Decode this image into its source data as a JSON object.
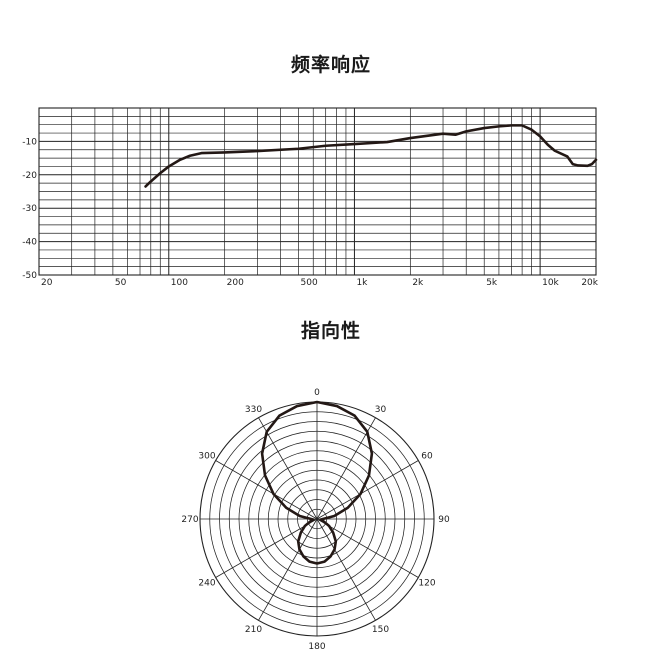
{
  "freq_title": "频率响应",
  "polar_title": "指向性",
  "chart_data": [
    {
      "type": "line",
      "title": "频率响应",
      "x_scale": "log",
      "xlim": [
        20,
        20000
      ],
      "ylim": [
        -50,
        0
      ],
      "x_tick_values": [
        20,
        50,
        100,
        200,
        500,
        1000,
        2000,
        5000,
        10000,
        20000
      ],
      "x_tick_labels": [
        "20",
        "50",
        "100",
        "200",
        "500",
        "1k",
        "2k",
        "5k",
        "10k",
        "20k"
      ],
      "y_tick_values": [
        -10,
        -20,
        -30,
        -40,
        -50
      ],
      "y_tick_labels": [
        "-10",
        "-20",
        "-30",
        "-40",
        "-50"
      ],
      "grid": true,
      "series": [
        {
          "color": "#231815",
          "x": [
            75,
            80,
            90,
            100,
            115,
            130,
            150,
            200,
            300,
            500,
            700,
            1000,
            1500,
            2000,
            3000,
            3500,
            4000,
            5000,
            6000,
            7000,
            8000,
            9000,
            10000,
            11000,
            12000,
            14000,
            15000,
            16000,
            18000,
            19000,
            20000
          ],
          "y": [
            -23.5,
            -22,
            -19.5,
            -17.5,
            -15.5,
            -14.3,
            -13.5,
            -13.3,
            -12.9,
            -12.2,
            -11.3,
            -10.8,
            -10.2,
            -9,
            -7.7,
            -8,
            -7,
            -6,
            -5.5,
            -5.2,
            -5.2,
            -6.5,
            -8.5,
            -11,
            -12.8,
            -14.5,
            -16.8,
            -17.2,
            -17.3,
            -16.8,
            -15.5
          ]
        }
      ]
    },
    {
      "type": "polar",
      "title": "指向性",
      "angle_tick_labels": [
        "0",
        "30",
        "60",
        "90",
        "120",
        "150",
        "180",
        "210",
        "240",
        "270",
        "300",
        "330"
      ],
      "grid": true,
      "series": [
        {
          "color": "#231815",
          "theta_deg": [
            0,
            10,
            20,
            30,
            40,
            50,
            60,
            70,
            80,
            90,
            100,
            110,
            120,
            130,
            140,
            150,
            160,
            170,
            180,
            190,
            200,
            210,
            220,
            230,
            240,
            250,
            260,
            270,
            280,
            290,
            300,
            310,
            320,
            330,
            340,
            350,
            360
          ],
          "r": [
            1.0,
            0.98,
            0.94,
            0.86,
            0.73,
            0.58,
            0.43,
            0.28,
            0.15,
            0.05,
            0.03,
            0.06,
            0.12,
            0.18,
            0.25,
            0.3,
            0.34,
            0.37,
            0.38,
            0.37,
            0.34,
            0.3,
            0.25,
            0.18,
            0.12,
            0.06,
            0.03,
            0.05,
            0.15,
            0.28,
            0.43,
            0.58,
            0.73,
            0.86,
            0.94,
            0.98,
            1.0
          ]
        }
      ]
    }
  ]
}
